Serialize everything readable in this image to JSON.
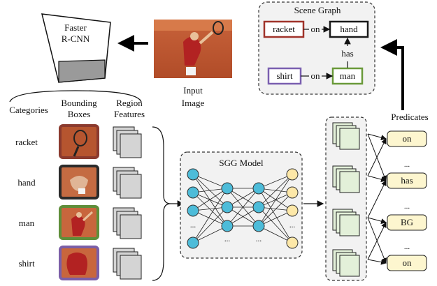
{
  "detector": {
    "line1": "Faster",
    "line2": "R-CNN"
  },
  "input_image": {
    "label_line1": "Input",
    "label_line2": "Image"
  },
  "columns": {
    "categories": "Categories",
    "bbox_line1": "Bounding",
    "bbox_line2": "Boxes",
    "feat_line1": "Region",
    "feat_line2": "Features"
  },
  "categories": [
    {
      "label": "racket",
      "color": "#8b3a2e"
    },
    {
      "label": "hand",
      "color": "#2b2b2b"
    },
    {
      "label": "man",
      "color": "#5f8e3a"
    },
    {
      "label": "shirt",
      "color": "#7b5ea7"
    }
  ],
  "scene_graph": {
    "title": "Scene Graph",
    "nodes": {
      "racket": {
        "label": "racket",
        "color": "#a0332a"
      },
      "hand": {
        "label": "hand",
        "color": "#1a1a1a"
      },
      "shirt": {
        "label": "shirt",
        "color": "#7a5fb0"
      },
      "man": {
        "label": "man",
        "color": "#6a9a3a"
      }
    },
    "edges": {
      "racket_hand": "on",
      "man_hand": "has",
      "shirt_man": "on"
    }
  },
  "sgg_model": {
    "title": "SGG Model",
    "ellipsis": "..."
  },
  "predicates": {
    "title": "Predicates",
    "items": [
      "on",
      "has",
      "BG",
      "on"
    ],
    "ellipsis": "..."
  },
  "colors": {
    "node_blue": "#4dbcd9",
    "node_yellow": "#fde8a8",
    "panel_fill": "#f2f2f2",
    "feature_green": "#e3f0d9",
    "predicate_fill": "#fdf6cf"
  }
}
